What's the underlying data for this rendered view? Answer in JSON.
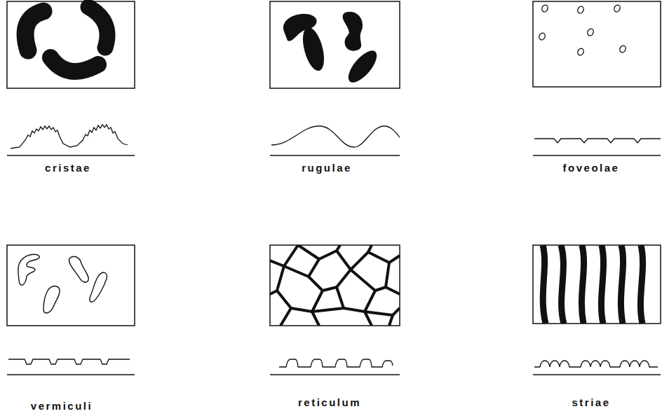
{
  "diagram": {
    "labels": [
      "cristae",
      "rugulae",
      "foveolae",
      "vermiculi",
      "reticulum",
      "striae"
    ]
  }
}
